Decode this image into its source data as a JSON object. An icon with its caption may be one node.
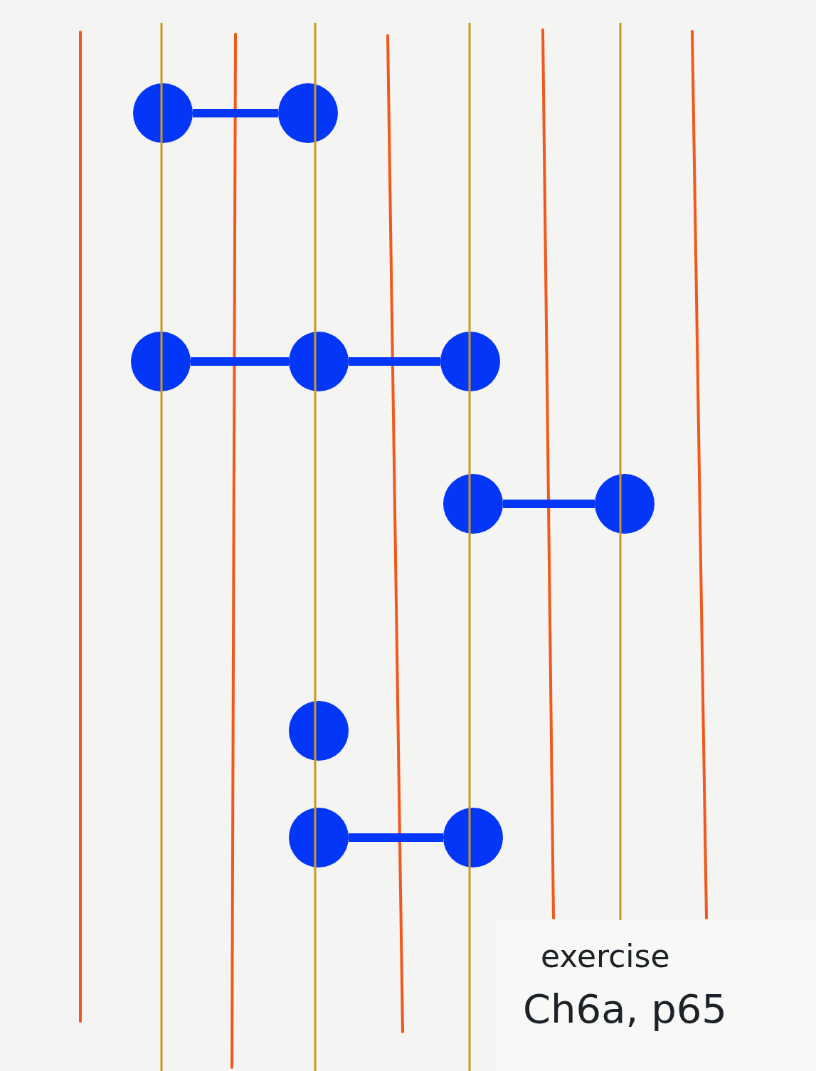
{
  "diagram": {
    "nodes": [
      {
        "text": [],
        "shape": "circle"
      },
      {
        "text": [],
        "shape": "circle"
      },
      {
        "text": [],
        "shape": "circle"
      },
      {
        "text": [],
        "shape": "circle"
      },
      {
        "text": [],
        "shape": "circle"
      },
      {
        "text": [],
        "shape": "circle"
      },
      {
        "text": [],
        "shape": "circle"
      },
      {
        "text": [],
        "shape": "circle"
      },
      {
        "text": [],
        "shape": "circle"
      },
      {
        "text": [],
        "shape": "circle"
      }
    ],
    "edges": [
      {
        "from": 0,
        "to": 1,
        "arrow": "none"
      },
      {
        "from": 2,
        "to": 3,
        "arrow": "none"
      },
      {
        "from": 3,
        "to": 4,
        "arrow": "none"
      },
      {
        "from": 5,
        "to": 6,
        "arrow": "none"
      },
      {
        "from": 8,
        "to": 9,
        "arrow": "none"
      }
    ],
    "labels": [
      "exercise",
      "Ch6a, p65"
    ]
  }
}
